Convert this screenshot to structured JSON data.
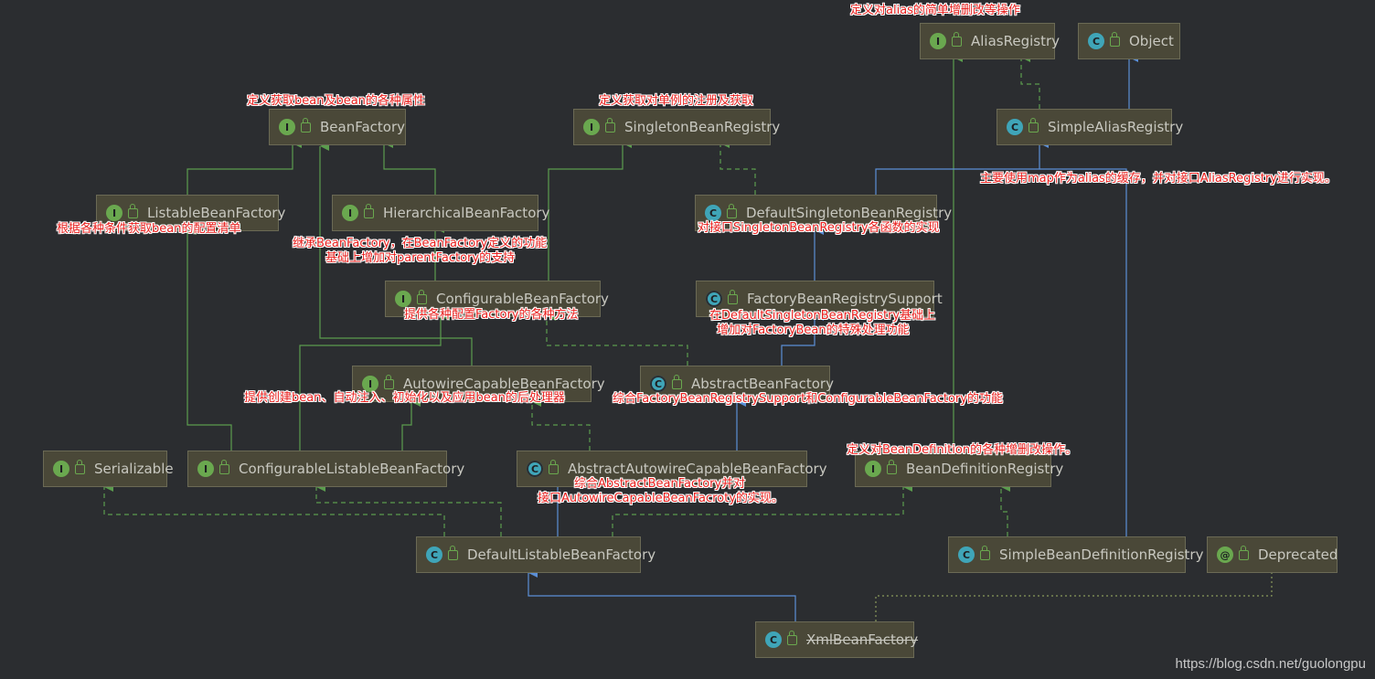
{
  "nodes": {
    "alias_registry": {
      "badge": "I",
      "name": "AliasRegistry"
    },
    "object": {
      "badge": "C",
      "name": "Object"
    },
    "bean_factory": {
      "badge": "I",
      "name": "BeanFactory"
    },
    "singleton_bean_registry": {
      "badge": "I",
      "name": "SingletonBeanRegistry"
    },
    "simple_alias_registry": {
      "badge": "C",
      "name": "SimpleAliasRegistry"
    },
    "listable_bean_factory": {
      "badge": "I",
      "name": "ListableBeanFactory"
    },
    "hierarchical_bean_factory": {
      "badge": "I",
      "name": "HierarchicalBeanFactory"
    },
    "default_singleton_bean_registry": {
      "badge": "C",
      "name": "DefaultSingletonBeanRegistry"
    },
    "configurable_bean_factory": {
      "badge": "I",
      "name": "ConfigurableBeanFactory"
    },
    "factory_bean_registry_support": {
      "badge": "C",
      "name": "FactoryBeanRegistrySupport"
    },
    "autowire_capable_bean_factory": {
      "badge": "I",
      "name": "AutowireCapableBeanFactory"
    },
    "abstract_bean_factory": {
      "badge": "C",
      "name": "AbstractBeanFactory"
    },
    "serializable": {
      "badge": "I",
      "name": "Serializable"
    },
    "configurable_listable_bean_factory": {
      "badge": "I",
      "name": "ConfigurableListableBeanFactory"
    },
    "abstract_autowire_capable_bean_factory": {
      "badge": "C",
      "name": "AbstractAutowireCapableBeanFactory"
    },
    "bean_definition_registry": {
      "badge": "I",
      "name": "BeanDefinitionRegistry"
    },
    "default_listable_bean_factory": {
      "badge": "C",
      "name": "DefaultListableBeanFactory"
    },
    "simple_bean_definition_registry": {
      "badge": "C",
      "name": "SimpleBeanDefinitionRegistry"
    },
    "deprecated": {
      "badge": "@",
      "name": "Deprecated"
    },
    "xml_bean_factory": {
      "badge": "C",
      "name": "XmlBeanFactory"
    }
  },
  "annotations": {
    "alias_registry": "定义对alias的简单增删改等操作",
    "bean_factory": "定义获取bean及bean的各种属性",
    "singleton_bean_registry": "定义获取对单例的注册及获取",
    "simple_alias_registry": "主要使用map作为alias的缓存，并对接口AliasRegistry进行实现。",
    "listable_bean_factory": "根据各种条件获取bean的配置清单",
    "default_singleton_bean_registry": "对接口SingletonBeanRegistry各函数的实现",
    "hierarchical_line1": "继承BeanFactory，在BeanFactory定义的功能",
    "hierarchical_line2": "基础上增加对parentFactory的支持",
    "configurable_bean_factory": "提供各种配置Factory的各种方法",
    "factory_support_line1": "在DefaultSingletonBeanRegistry基础上",
    "factory_support_line2": "增加对FactoryBean的特殊处理功能",
    "autowire_capable": "提供创建bean、自动注入、初始化以及应用bean的后处理器",
    "abstract_bean_factory": "综合FactoryBeanRegistrySupport和ConfigurableBeanFactory的功能",
    "bean_definition_registry": "定义对BeanDefinition的各种增删改操作。",
    "abstract_autowire_line1": "综合AbstractBeanFactory并对",
    "abstract_autowire_line2": "接口AutowireCapableBeanFacroty的实现。"
  },
  "colors": {
    "background": "#2b2d30",
    "interface_edge": "#5b9c4e",
    "class_edge": "#5b8fd6",
    "dependency_edge": "#8a9a5b",
    "annotation": "#e8201e"
  },
  "watermark": "https://blog.csdn.net/guolongpu"
}
